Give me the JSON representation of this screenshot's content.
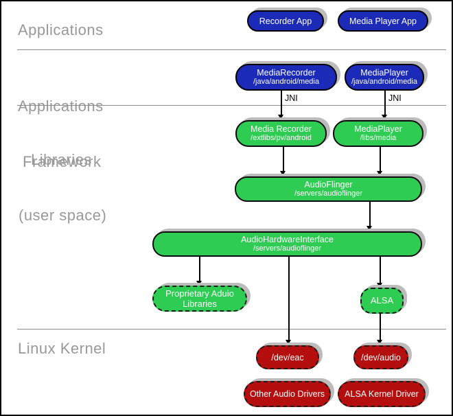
{
  "layers": {
    "applications": "Applications",
    "framework_line1": "Applications",
    "framework_line2": "Framework",
    "libraries_line1": "Libraries",
    "libraries_line2": "(user space)",
    "kernel": "Linux Kernel"
  },
  "nodes": {
    "recorder_app": {
      "title": "Recorder App"
    },
    "media_player_app": {
      "title": "Media Player App"
    },
    "media_recorder_fw": {
      "title": "MediaRecorder",
      "subtitle": "/java/android/media"
    },
    "media_player_fw": {
      "title": "MediaPlayer",
      "subtitle": "/java/android/media"
    },
    "media_recorder_lib": {
      "title": "Media Recorder",
      "subtitle": "/extlibs/pv/android"
    },
    "media_player_lib": {
      "title": "MediaPlayer",
      "subtitle": "/libs/media"
    },
    "audio_flinger": {
      "title": "AudioFlinger",
      "subtitle": "/servers/audioflinger"
    },
    "audio_hardware_interface": {
      "title": "AudioHardwareInterface",
      "subtitle": "/servers/audioflinger"
    },
    "proprietary_audio_libraries": {
      "title": "Proprietary Aduio",
      "title_line2": "Libraries"
    },
    "alsa": {
      "title": "ALSA"
    },
    "dev_eac": {
      "title": "/dev/eac"
    },
    "dev_audio": {
      "title": "/dev/audio"
    },
    "other_audio_drivers": {
      "title": "Other Audio Drivers"
    },
    "alsa_kernel_driver": {
      "title": "ALSA Kernel Driver"
    }
  },
  "annotations": {
    "jni": "JNI"
  },
  "colors": {
    "blue": "#1b2bb8",
    "green": "#2ecc52",
    "red": "#b40e0e",
    "label_gray": "#999999",
    "divider_gray": "#8a8a8a",
    "shadow": "#bcbcbc"
  }
}
